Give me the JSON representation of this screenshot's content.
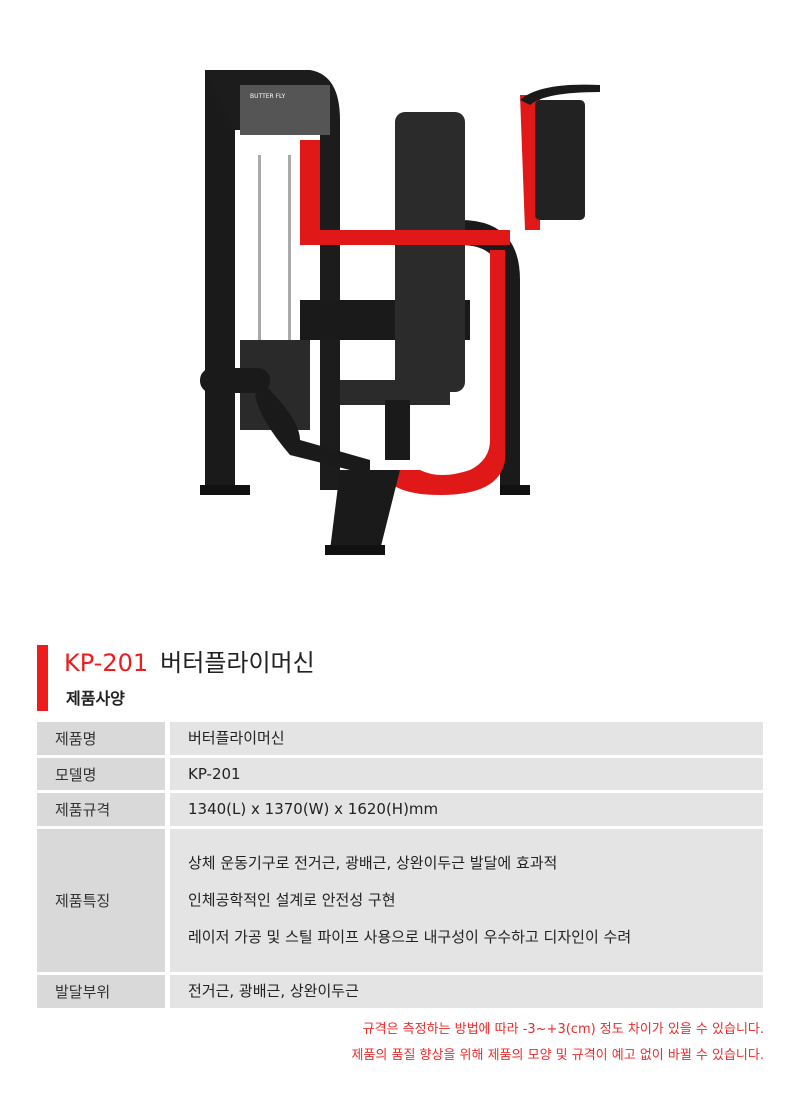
{
  "product": {
    "model": "KP-201",
    "name": "버터플라이머신",
    "machine_label": "BUTTER FLY"
  },
  "section_title": "제품사양",
  "specs": [
    {
      "label": "제품명",
      "value": [
        "버터플라이머신"
      ]
    },
    {
      "label": "모델명",
      "value": [
        "KP-201"
      ]
    },
    {
      "label": "제품규격",
      "value": [
        "1340(L) x 1370(W) x 1620(H)mm"
      ]
    },
    {
      "label": "제품특징",
      "value": [
        "상체 운동기구로 전거근, 광배근, 상완이두근 발달에 효과적",
        "인체공학적인 설계로 안전성 구현",
        "레이저 가공 및 스틸 파이프 사용으로 내구성이 우수하고 디자인이 수려"
      ]
    },
    {
      "label": "발달부위",
      "value": [
        "전거근, 광배근, 상완이두근"
      ]
    }
  ],
  "notes": [
    "규격은 측정하는 방법에 따라 -3~+3(cm) 정도 차이가 있을 수 있습니다.",
    "제품의 품질 향상을 위해 제품의 모양 및 규격이 예고 없이 바뀔 수 있습니다."
  ],
  "colors": {
    "accent": "#ee1c1c",
    "label_bg": "#d9d9d9",
    "value_bg": "#e4e4e4"
  }
}
